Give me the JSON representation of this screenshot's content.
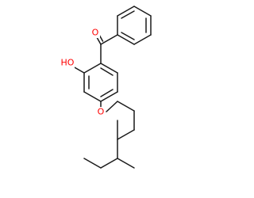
{
  "molecule": {
    "atoms": {
      "carbonyl_oxygen": {
        "symbol": "O",
        "color": "#ff0000"
      },
      "hydroxyl": {
        "symbol": "HO",
        "color": "#ff0000"
      },
      "ether_oxygen": {
        "symbol": "O",
        "color": "#ff0000"
      }
    },
    "bond_color": "#1a1a1a",
    "background": "#ffffff"
  }
}
